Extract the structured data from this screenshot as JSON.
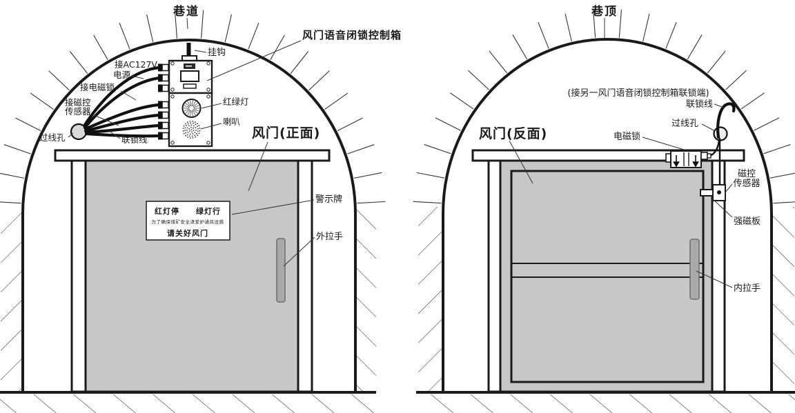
{
  "diagram": {
    "title_hint": "风门语音闭锁控制箱安装示意图",
    "left": {
      "roof_label": "巷道",
      "control_box_title": "风门语音闭锁控制箱",
      "hook": "挂钩",
      "power_line1": "接AC127V",
      "power_line2": "电源",
      "maglock": "接电磁锁",
      "sensor_line1": "接磁控",
      "sensor_line2": "传感器",
      "wire_hole": "过线孔",
      "interlock_wire": "联锁线",
      "red_green_light": "红绿灯",
      "horn": "喇叭",
      "door_title": "风门(正面)",
      "warning_sign": "警示牌",
      "outer_handle": "外拉手",
      "sign_line1": "红灯停　　绿灯行",
      "sign_line2": "为了确保煤矿安全请爱护通风设施",
      "sign_line3": "请关好风门"
    },
    "right": {
      "roof_label": "巷顶",
      "note": "(接另一风门语音闭锁控制箱联锁端)",
      "interlock_wire": "联锁线",
      "wire_hole": "过线孔",
      "maglock": "电磁锁",
      "door_title": "风门(反面)",
      "sensor_line1": "磁控",
      "sensor_line2": "传感器",
      "magnet_plate": "强磁板",
      "inner_handle": "内拉手"
    },
    "colors": {
      "door_fill": "#c7c7c7",
      "handle_fill": "#a9a9a9",
      "ink": "#1a1a1a"
    }
  }
}
